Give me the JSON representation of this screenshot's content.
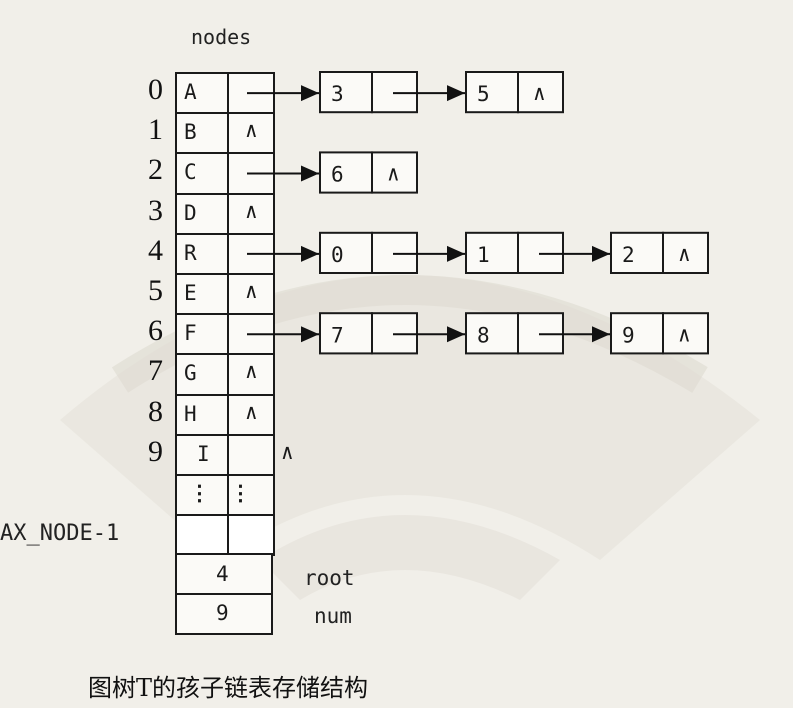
{
  "header": "nodes",
  "indices": [
    "0",
    "1",
    "2",
    "3",
    "4",
    "5",
    "6",
    "7",
    "8",
    "9"
  ],
  "nodes": [
    {
      "data": "A",
      "link": ""
    },
    {
      "data": "B",
      "link": "∧"
    },
    {
      "data": "C",
      "link": ""
    },
    {
      "data": "D",
      "link": "∧"
    },
    {
      "data": "R",
      "link": ""
    },
    {
      "data": "E",
      "link": "∧"
    },
    {
      "data": "F",
      "link": ""
    },
    {
      "data": "G",
      "link": "∧"
    },
    {
      "data": "H",
      "link": "∧"
    },
    {
      "data": "I",
      "link": "∧"
    }
  ],
  "ellipsis": "⋮",
  "last_row_label": "AX_NODE-1",
  "root": {
    "value": "4",
    "label": "root"
  },
  "num": {
    "value": "9",
    "label": "num"
  },
  "child_lists": [
    {
      "row": 0,
      "children": [
        "3",
        "5"
      ],
      "end": "∧"
    },
    {
      "row": 2,
      "children": [
        "6"
      ],
      "end": "∧"
    },
    {
      "row": 4,
      "children": [
        "0",
        "1",
        "2"
      ],
      "end": "∧"
    },
    {
      "row": 6,
      "children": [
        "7",
        "8",
        "9"
      ],
      "end": "∧"
    }
  ],
  "caption": "图树T的孩子链表存储结构"
}
